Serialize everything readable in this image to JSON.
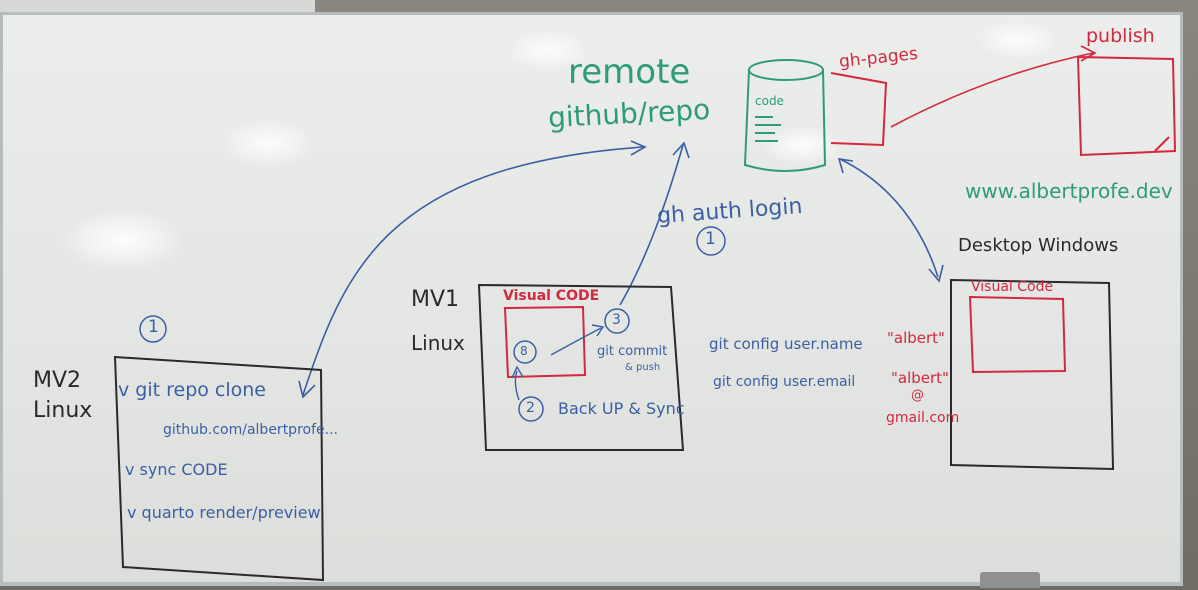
{
  "board": {
    "remote": {
      "title": "remote",
      "repo": "github/repo"
    },
    "server": {
      "code_label": "code",
      "gh_pages": "gh-pages"
    },
    "publish": {
      "label": "publish",
      "url": "www.albertprofe.dev"
    },
    "auth": {
      "command": "gh auth login",
      "step": "1"
    },
    "mv2": {
      "name": "MV2",
      "os": "Linux",
      "step": "1",
      "lines": [
        "v git repo clone",
        "github.com/albertprofe...",
        "v sync CODE",
        "v quarto render/preview"
      ]
    },
    "mv1": {
      "name": "MV1",
      "os": "Linux",
      "editor": "Visual CODE",
      "step_inner": "8",
      "step_commit": "3",
      "commit_text": "git commit",
      "push_text": "& push",
      "step_backup": "2",
      "backup_text": "Back UP & Sync"
    },
    "git_config": {
      "name_cmd": "git config user.name",
      "name_value": "\"albert\"",
      "email_cmd": "git config user.email",
      "email_value": "\"albert\"",
      "email_at": "@",
      "email_domain": "gmail.com"
    },
    "desktop": {
      "title": "Desktop Windows",
      "editor": "Visual Code"
    }
  },
  "colors": {
    "blue": "#3b5fa4",
    "red": "#d4283f",
    "green": "#2f9b79",
    "black": "#2a2a2e"
  }
}
